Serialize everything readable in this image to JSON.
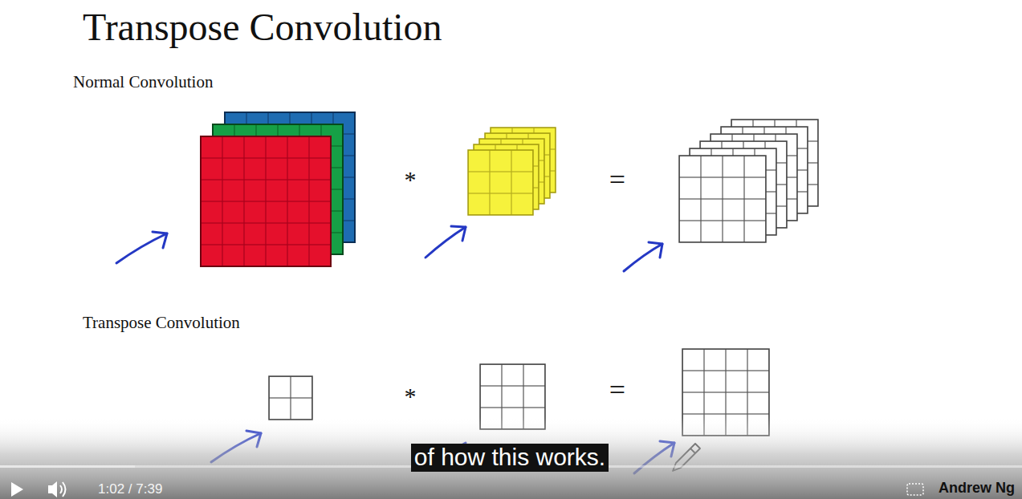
{
  "diagram": {
    "title": "Transpose Convolution",
    "labels": [
      "Normal Convolution",
      "*",
      "=",
      "Transpose Convolution",
      "*",
      "=",
      "of how this works.",
      "1:02 / 7:39",
      "Andrew Ng"
    ]
  }
}
